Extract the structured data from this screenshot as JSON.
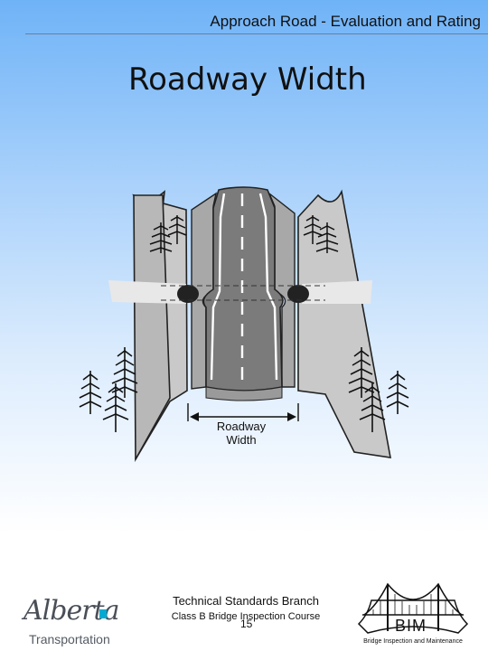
{
  "header": {
    "title": "Approach Road - Evaluation and Rating"
  },
  "slide": {
    "title": "Roadway Width"
  },
  "diagram": {
    "label_line1": "Roadway",
    "label_line2": "Width"
  },
  "footer": {
    "branch": "Technical Standards Branch",
    "course": "Class B Bridge Inspection Course",
    "page": "15"
  },
  "logos": {
    "alberta": {
      "wordmark": "Alberta",
      "subtitle": "Transportation"
    },
    "bim": {
      "acronym": "BIM",
      "caption": "Bridge Inspection and Maintenance"
    }
  },
  "colors": {
    "accent": "#00aad2",
    "road": "#7b7b7b",
    "embankment": "#c8c8c8"
  }
}
